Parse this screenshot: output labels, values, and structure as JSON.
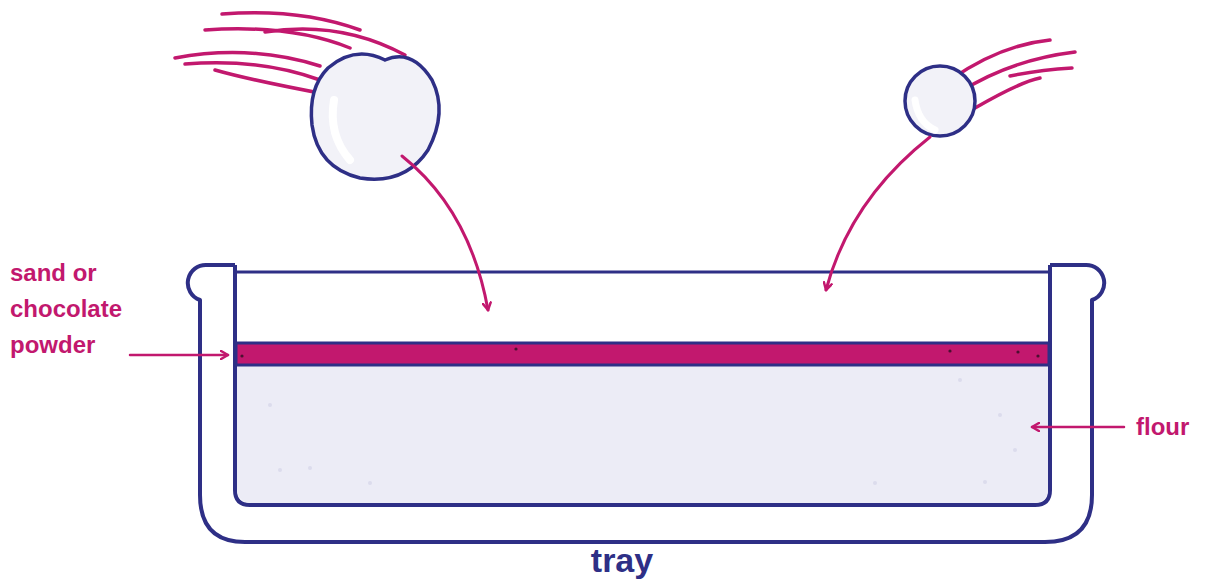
{
  "diagram": {
    "labels": [
      "sand or chocolate powder",
      "flour",
      "tray"
    ]
  }
}
